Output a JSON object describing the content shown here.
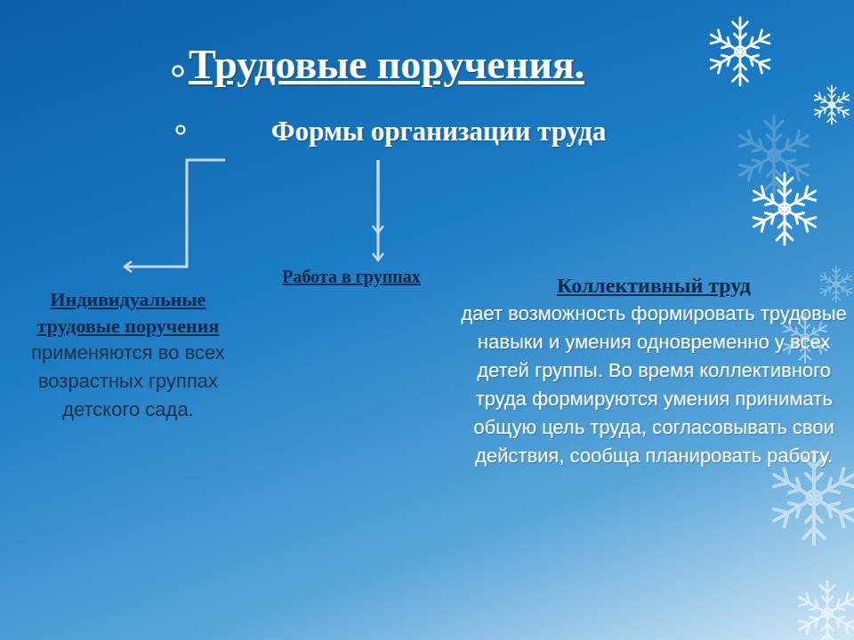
{
  "diagram": {
    "title": "Трудовые поручения.",
    "nodes": [
      {
        "text": [
          "Формы организации труда"
        ]
      },
      {
        "text": [
          "Индивидуальные трудовые поручения",
          "применяются во всех возрастных группах детского сада."
        ]
      },
      {
        "text": [
          "Работа в группах"
        ]
      },
      {
        "text": [
          "Коллективный труд",
          "дает возможность формировать трудовые навыки и умения одновременно у всех детей группы. Во время коллективного труда формируются умения принимать общую цель труда, согласовывать свои действия, сообща планировать работу."
        ]
      }
    ],
    "edges": [
      {
        "from": 0,
        "to": 1,
        "arrow": "to"
      },
      {
        "from": 0,
        "to": 2,
        "arrow": "to"
      },
      {
        "from": 0,
        "to": 3,
        "arrow": "to"
      }
    ]
  }
}
